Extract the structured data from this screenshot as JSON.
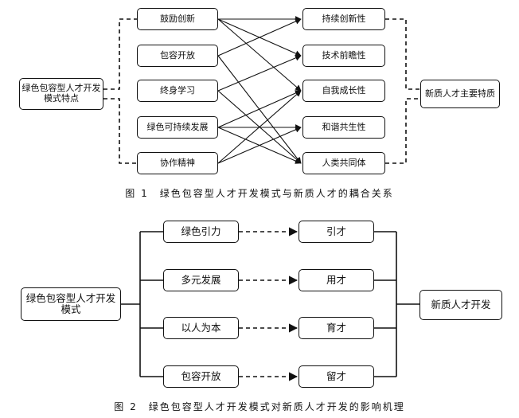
{
  "figure1": {
    "caption": "图 1　绿色包容型人才开发模式与新质人才的耦合关系",
    "left_node": "绿色包容型人才开发\n模式特点",
    "right_node": "新质人才主要特质",
    "features": [
      "鼓励创新",
      "包容开放",
      "终身学习",
      "绿色可持续发展",
      "协作精神"
    ],
    "traits": [
      "持续创新性",
      "技术前瞻性",
      "自我成长性",
      "和谐共生性",
      "人类共同体"
    ]
  },
  "figure2": {
    "caption": "图 2　绿色包容型人才开发模式对新质人才开发的影响机理",
    "left_node": "绿色包容型人才开发\n模式",
    "right_node": "新质人才开发",
    "mechanisms": [
      "绿色引力",
      "多元发展",
      "以人为本",
      "包容开放"
    ],
    "outcomes": [
      "引才",
      "用才",
      "育才",
      "留才"
    ]
  }
}
